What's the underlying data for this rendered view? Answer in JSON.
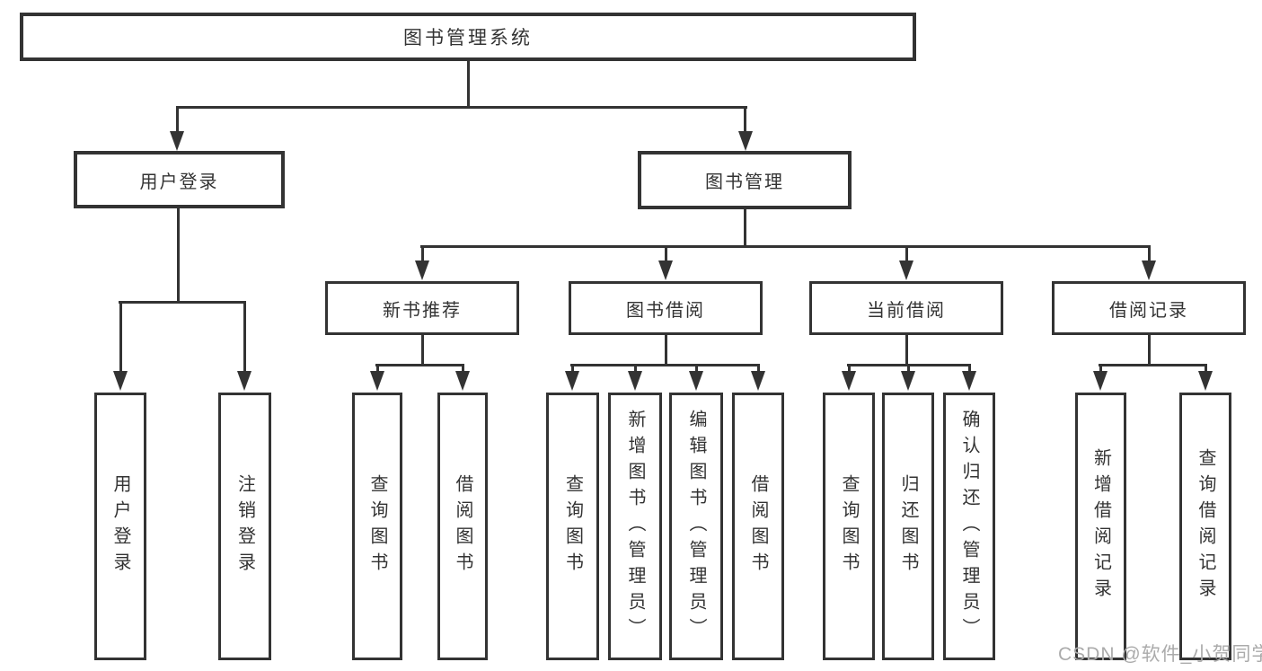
{
  "nodes": {
    "root": "图书管理系统",
    "user_login": "用户登录",
    "book_management": "图书管理",
    "new_book_recommend": "新书推荐",
    "book_borrowing": "图书借阅",
    "current_borrowing": "当前借阅",
    "borrowing_records": "借阅记录",
    "ul_user_login": "用户登录",
    "ul_logout": "注销登录",
    "nbr_query_books": "查询图书",
    "nbr_borrow_books": "借阅图书",
    "bb_query_books": "查询图书",
    "bb_add_books_admin": "新增图书（管理员）",
    "bb_edit_books_admin": "编辑图书（管理员）",
    "bb_borrow_books": "借阅图书",
    "cb_query_books": "查询图书",
    "cb_return_books": "归还图书",
    "cb_confirm_return_admin": "确认归还（管理员）",
    "br_add_record": "新增借阅记录",
    "br_query_record": "查询借阅记录"
  },
  "hierarchy": {
    "图书管理系统": {
      "用户登录": [
        "用户登录",
        "注销登录"
      ],
      "图书管理": {
        "新书推荐": [
          "查询图书",
          "借阅图书"
        ],
        "图书借阅": [
          "查询图书",
          "新增图书（管理员）",
          "编辑图书（管理员）",
          "借阅图书"
        ],
        "当前借阅": [
          "查询图书",
          "归还图书",
          "确认归还（管理员）"
        ],
        "借阅记录": [
          "新增借阅记录",
          "查询借阅记录"
        ]
      }
    }
  },
  "watermark": "CSDN @软件_小贺同学",
  "colors": {
    "line": "#333333",
    "text": "#333333",
    "watermark": "#ababab",
    "background": "#ffffff"
  }
}
